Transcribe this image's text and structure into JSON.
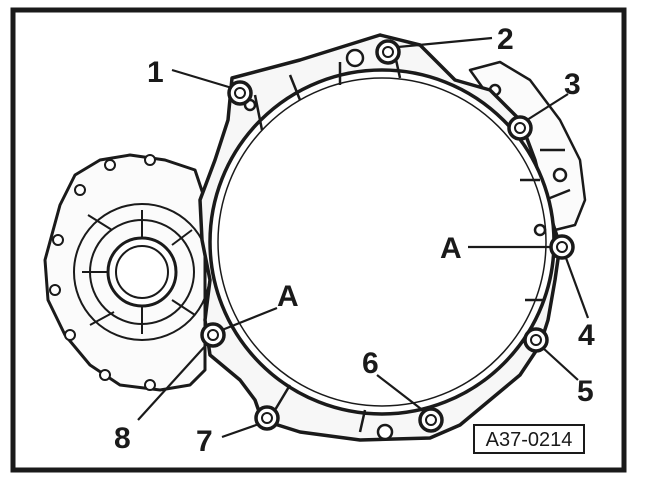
{
  "diagram": {
    "callouts": [
      {
        "id": "c1",
        "label": "1"
      },
      {
        "id": "c2",
        "label": "2"
      },
      {
        "id": "c3",
        "label": "3"
      },
      {
        "id": "c4",
        "label": "4"
      },
      {
        "id": "c5",
        "label": "5"
      },
      {
        "id": "c6",
        "label": "6"
      },
      {
        "id": "c7",
        "label": "7"
      },
      {
        "id": "c8",
        "label": "8"
      },
      {
        "id": "a-right",
        "label": "A"
      },
      {
        "id": "a-left",
        "label": "A"
      }
    ],
    "reference_code": "A37-0214",
    "colors": {
      "ink": "#1a1a1a",
      "paper": "#ffffff",
      "gasket_fill": "#f7f7f7",
      "background_part": "#fbfbfb"
    }
  }
}
